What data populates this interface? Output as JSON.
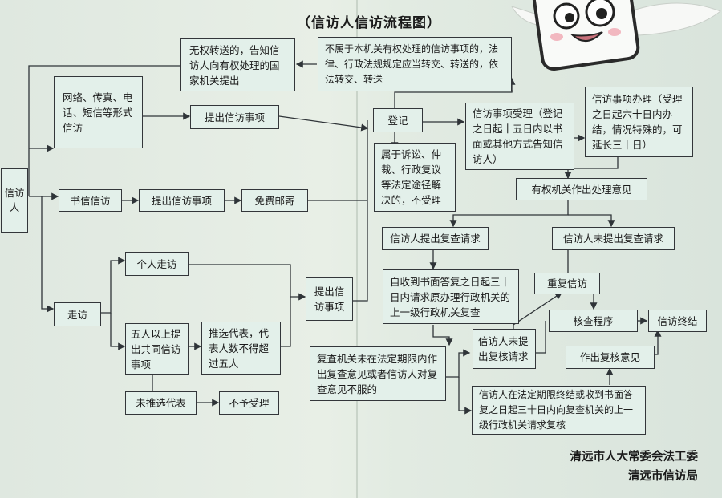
{
  "title": "（信访人信访流程图）",
  "nodes": {
    "petitioner": "信访人",
    "network": "网络、传真、电话、短信等形式信访",
    "letter": "书信信访",
    "visit": "走访",
    "submit_a": "提出信访事项",
    "submit_b": "提出信访事项",
    "free_post": "免费邮寄",
    "individual_visit": "个人走访",
    "five_plus": "五人以上提出共同信访事项",
    "select_reps": "推选代表，代表人数不得超过五人",
    "no_reps": "未推选代表",
    "not_accepted": "不予受理",
    "submit_c": "提出信访事项",
    "no_authority": "无权转送的，告知信访人向有权处理的国家机关提出",
    "not_this_org": "不属于本机关有权处理的信访事项的，法律、行政法规规定应当转交、转送的，依法转交、转送",
    "register": "登记",
    "litigation": "属于诉讼、仲裁、行政复议等法定途径解决的，不受理",
    "acceptance": "信访事项受理（登记之日起十五日内以书面或其他方式告知信访人）",
    "handling": "信访事项办理（受理之日起六十日内办结，情况特殊的，可延长三十日）",
    "opinion": "有权机关作出处理意见",
    "request_review": "信访人提出复查请求",
    "no_review": "信访人未提出复查请求",
    "review_30days": "自收到书面答复之日起三十日内请求原办理行政机关的上一级行政机关复查",
    "repeat_petition": "重复信访",
    "verify_procedure": "核查程序",
    "petition_end": "信访终结",
    "review_overdue": "复查机关未在法定期限内作出复查意见或者信访人对复查意见不服的",
    "no_recheck": "信访人未提出复核请求",
    "recheck_opinion": "作出复核意见",
    "recheck_request": "信访人在法定期限终结或收到书面答复之日起三十日内向复查机关的上一级行政机关请求复核"
  },
  "footer": {
    "line1": "清远市人大常委会法工委",
    "line2": "清远市信访局"
  },
  "colors": {
    "box_fill": "#e3f0ea",
    "box_border": "#33363a",
    "line": "#2f3438"
  }
}
